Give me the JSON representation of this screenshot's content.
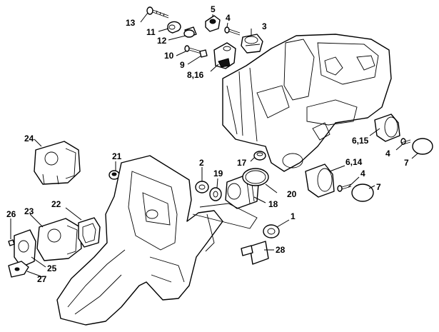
{
  "callouts": {
    "c13": "13",
    "c5": "5",
    "c4a": "4",
    "c3": "3",
    "c11": "11",
    "c12": "12",
    "c10": "10",
    "c9": "9",
    "c8_16": "8,16",
    "c24": "24",
    "c21": "21",
    "c2": "2",
    "c19": "19",
    "c17": "17",
    "c6_15": "6,15",
    "c4b": "4",
    "c7a": "7",
    "c6_14": "6,14",
    "c4c": "4",
    "c7b": "7",
    "c20": "20",
    "c18": "18",
    "c26": "26",
    "c23": "23",
    "c22": "22",
    "c1": "1",
    "c28": "28",
    "c25": "25",
    "c27": "27"
  }
}
